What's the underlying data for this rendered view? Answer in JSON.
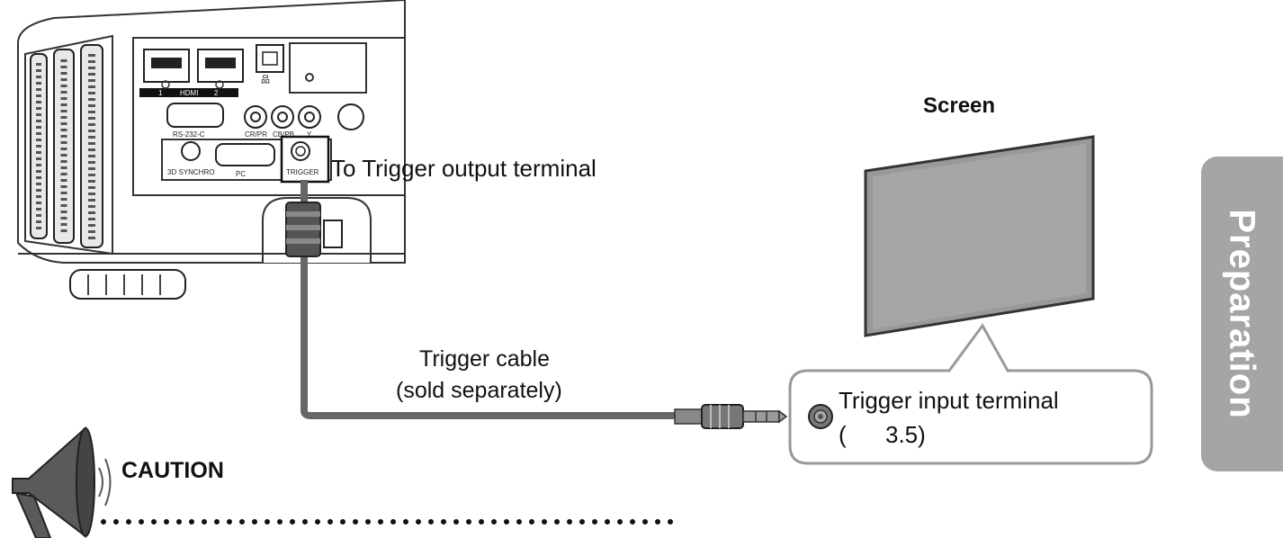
{
  "labels": {
    "screen": "Screen",
    "to_trigger_output": "To Trigger output terminal",
    "trigger_cable": "Trigger cable",
    "sold_separately": "(sold separately)",
    "trigger_input": "Trigger input terminal",
    "trigger_input_spec": "(      3.5)",
    "caution": "CAUTION"
  },
  "panel_labels": {
    "hdmi": "HDMI",
    "hdmi_1": "1",
    "hdmi_2": "2",
    "rs232c": "RS-232-C",
    "cr_pr": "CR/PR",
    "cb_pb": "CB/PB",
    "y": "Y",
    "synchro": "3D SYNCHRO",
    "pc": "PC",
    "trigger": "TRIGGER"
  },
  "side_tab": {
    "label": "Preparation"
  }
}
